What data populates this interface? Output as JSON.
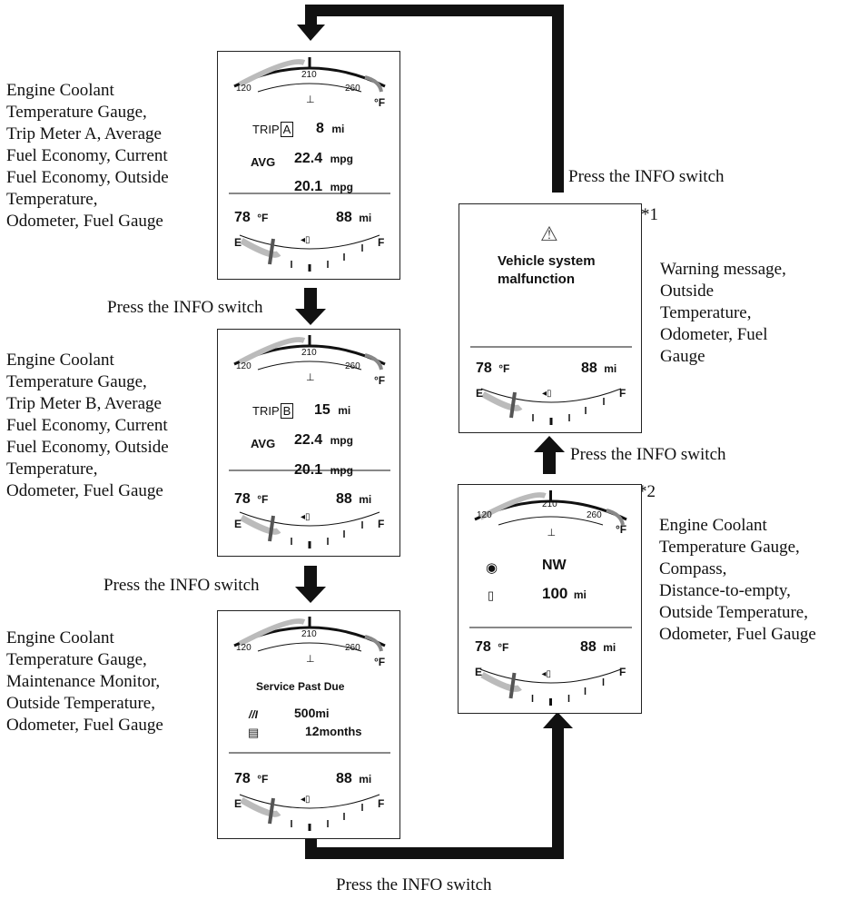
{
  "press_label": "Press the INFO switch",
  "marker_1": "*1",
  "marker_2": "*2",
  "gauge": {
    "temp_low": "120",
    "temp_mid": "210",
    "temp_high": "260",
    "temp_unit": "°F",
    "fuel_empty": "E",
    "fuel_full": "F"
  },
  "readings": {
    "outside_temp": "78",
    "outside_temp_unit": "°F",
    "odometer": "88",
    "odometer_unit": "mi"
  },
  "screens": [
    {
      "caption": [
        "Engine Coolant",
        "Temperature Gauge,",
        "Trip Meter A, Average",
        "Fuel Economy, Current",
        "Fuel Economy, Outside",
        "Temperature,",
        "Odometer, Fuel Gauge"
      ],
      "trip_label": "TRIP",
      "trip_letter": "A",
      "trip_value": "8",
      "trip_unit": "mi",
      "avg_label": "AVG",
      "avg_value": "22.4",
      "avg_unit": "mpg",
      "current_value": "20.1",
      "current_unit": "mpg"
    },
    {
      "caption": [
        "Engine Coolant",
        "Temperature Gauge,",
        "Trip Meter B, Average",
        "Fuel Economy, Current",
        "Fuel Economy, Outside",
        "Temperature,",
        "Odometer, Fuel Gauge"
      ],
      "trip_label": "TRIP",
      "trip_letter": "B",
      "trip_value": "15",
      "trip_unit": "mi",
      "avg_label": "AVG",
      "avg_value": "22.4",
      "avg_unit": "mpg",
      "current_value": "20.1",
      "current_unit": "mpg"
    },
    {
      "caption": [
        "Engine Coolant",
        "Temperature Gauge,",
        "Maintenance Monitor,",
        "Outside Temperature,",
        "Odometer, Fuel Gauge"
      ],
      "service_title": "Service Past Due",
      "distance_value": "500",
      "distance_unit": "mi",
      "time_value": "12",
      "time_unit": "months"
    },
    {
      "caption": [
        "Engine Coolant",
        "Temperature Gauge,",
        "Compass,",
        "Distance-to-empty,",
        "Outside Temperature,",
        "Odometer, Fuel Gauge"
      ],
      "compass_value": "NW",
      "dte_value": "100",
      "dte_unit": "mi"
    },
    {
      "caption": [
        "Warning message,",
        "Outside",
        "Temperature,",
        "Odometer, Fuel",
        "Gauge"
      ],
      "warning_line1": "Vehicle system",
      "warning_line2": "malfunction"
    }
  ]
}
